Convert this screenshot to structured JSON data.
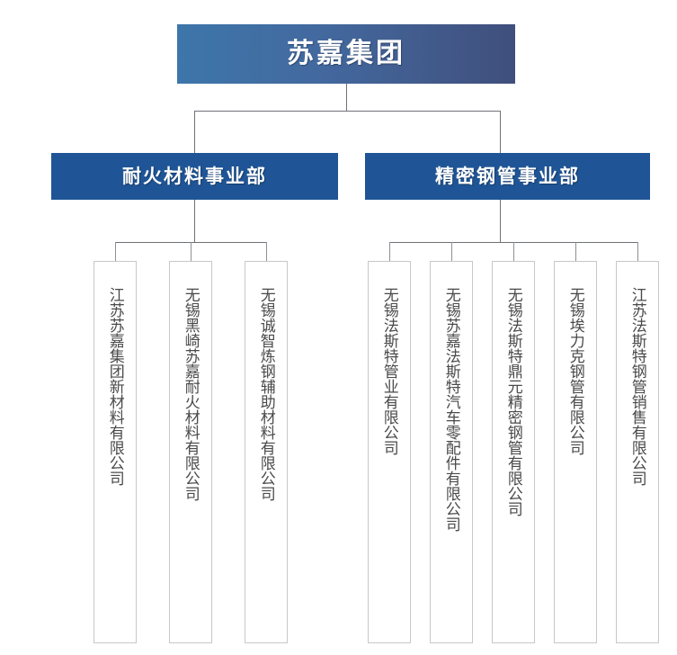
{
  "chart_type": "organization-chart",
  "colors": {
    "root_gradient_start": "#3d76aa",
    "root_gradient_end": "#404f7c",
    "division_fill": "#1f5596",
    "leaf_border": "#c8c8c8",
    "leaf_text": "#4a4a4a",
    "connector": "#6f7276",
    "node_text": "#ffffff",
    "background": "#ffffff"
  },
  "root": {
    "label": "苏嘉集团"
  },
  "divisions": [
    {
      "id": "refractory",
      "label": "耐火材料事业部",
      "children": [
        {
          "label": "江苏苏嘉集团新材料有限公司"
        },
        {
          "label": "无锡黑崎苏嘉耐火材料有限公司"
        },
        {
          "label": "无锡诚智炼钢辅助材料有限公司"
        }
      ]
    },
    {
      "id": "precision-steel-pipe",
      "label": "精密钢管事业部",
      "children": [
        {
          "label": "无锡法斯特管业有限公司"
        },
        {
          "label": "无锡苏嘉法斯特汽车零配件有限公司"
        },
        {
          "label": "无锡法斯特鼎元精密钢管有限公司"
        },
        {
          "label": "无锡埃力克钢管有限公司"
        },
        {
          "label": "江苏法斯特钢管销售有限公司"
        }
      ]
    }
  ]
}
